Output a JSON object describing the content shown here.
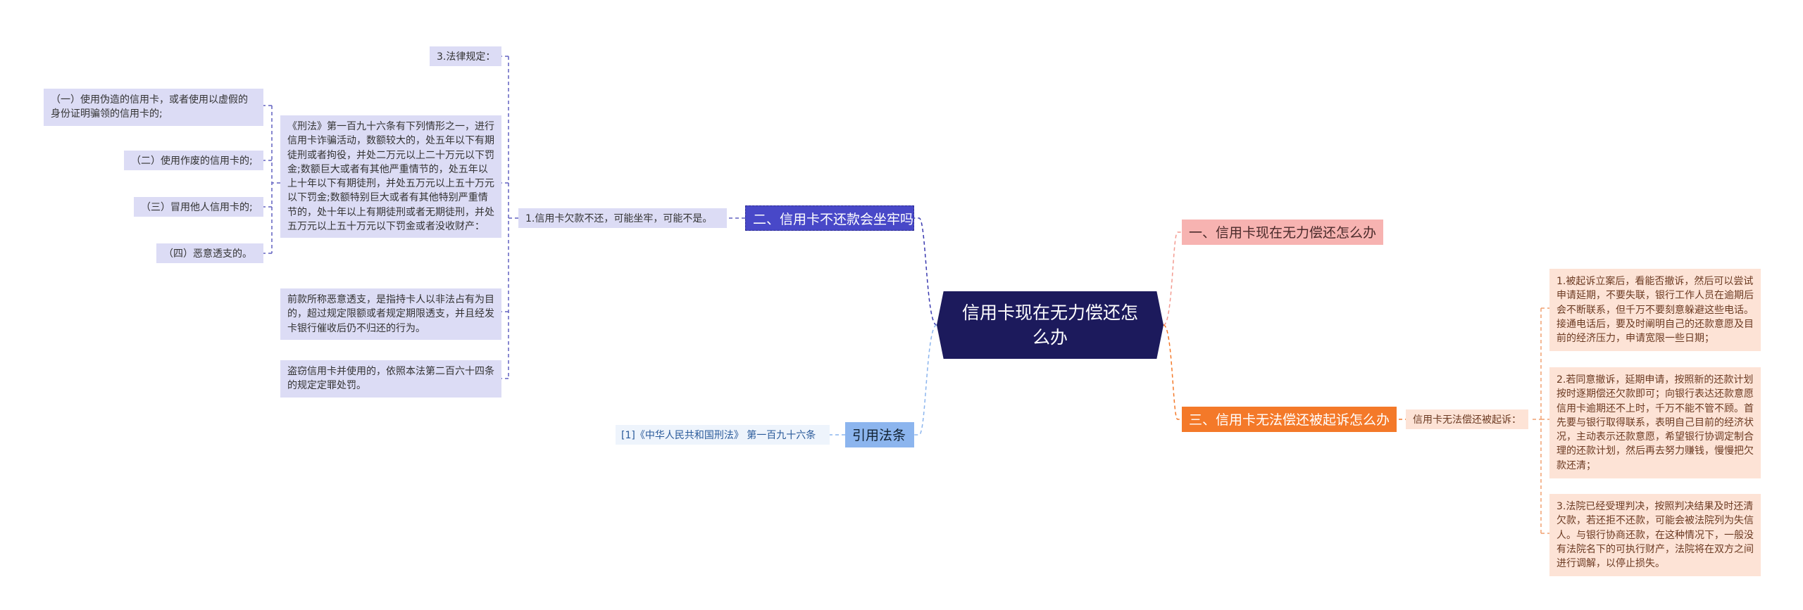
{
  "central": {
    "label": "信用卡现在无力偿还怎么办"
  },
  "branches": {
    "one": {
      "label": "一、信用卡现在无力偿还怎么办"
    },
    "two": {
      "label": "二、信用卡不还款会坐牢吗"
    },
    "three": {
      "label": "三、信用卡无法偿还被起诉怎么办"
    },
    "cite": {
      "label": "引用法条"
    }
  },
  "two_children": {
    "law_title": "3.法律规定：",
    "law_text": "《刑法》第一百九十六条有下列情形之一，进行信用卡诈骗活动，数额较大的，处五年以下有期徒刑或者拘役，并处二万元以上二十万元以下罚金;数额巨大或者有其他严重情节的，处五年以上十年以下有期徒刑，并处五万元以上五十万元以下罚金;数额特别巨大或者有其他特别严重情节的，处十年以上有期徒刑或者无期徒刑，并处五万元以上五十万元以下罚金或者没收财产：",
    "item1": "（一）使用伪造的信用卡，或者使用以虚假的身份证明骗领的信用卡的;",
    "item2": "（二）使用作废的信用卡的;",
    "item3": "（三）冒用他人信用卡的;",
    "item4": "（四）恶意透支的。",
    "answer": "1.信用卡欠款不还，可能坐牢，可能不是。",
    "overdraft": "前款所称恶意透支，是指持卡人以非法占有为目的，超过规定限额或者规定期限透支，并且经发卡银行催收后仍不归还的行为。",
    "theft": "盗窃信用卡并使用的，依照本法第二百六十四条的规定定罪处罚。"
  },
  "cite_children": {
    "ref": "[1]《中华人民共和国刑法》 第一百九十六条"
  },
  "three_children": {
    "label": "信用卡无法偿还被起诉：",
    "step1": "1.被起诉立案后，看能否撤诉，然后可以尝试申请延期，不要失联，银行工作人员在逾期后会不断联系，但千万不要刻意躲避这些电话。接通电话后，要及时阐明自己的还款意愿及目前的经济压力，申请宽限一些日期；",
    "step2": "2.若同意撤诉，延期申请，按照新的还款计划按时逐期偿还欠款即可；向银行表达还款意愿信用卡逾期还不上时，千万不能不管不顾。首先要与银行取得联系，表明自己目前的经济状况，主动表示还款意愿，希望银行协调定制合理的还款计划，然后再去努力赚钱，慢慢把欠款还清；",
    "step3": "3.法院已经受理判决，按照判决结果及时还清欠款，若还拒不还款，可能会被法院列为失信人。与银行协商还款，在这种情况下，一般没有法院名下的可执行财产，法院将在双方之间进行调解，以停止损失。"
  },
  "colors": {
    "central": "#1c1a5c",
    "branch_one": "#f7b3b1",
    "branch_two": "#4848c8",
    "branch_three": "#f47929",
    "branch_cite": "#8cb5ee",
    "purple_node": "#dcdcf5",
    "peach_node": "#fde3d6",
    "ref_node": "#eef4fc"
  }
}
